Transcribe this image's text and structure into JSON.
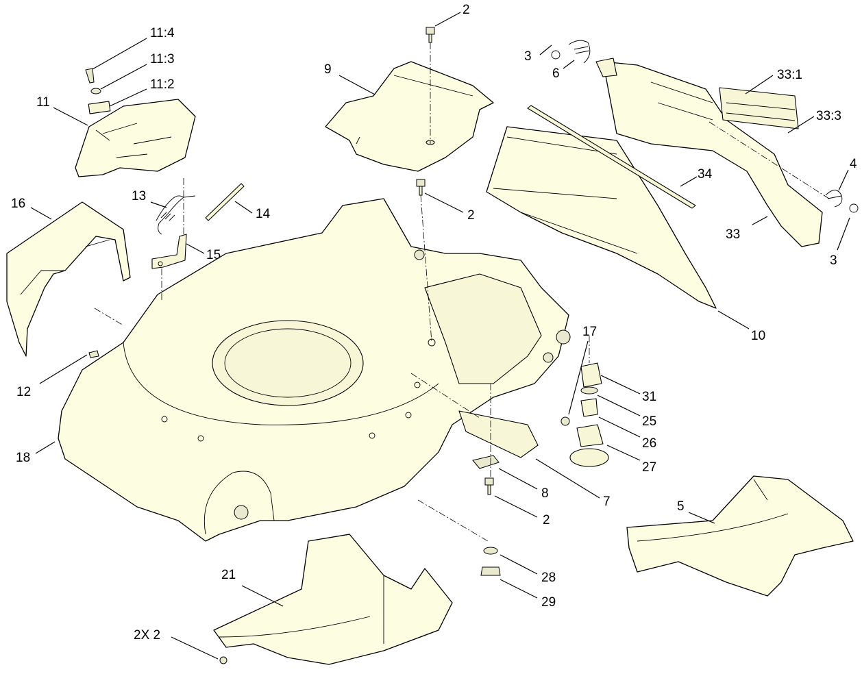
{
  "callouts": [
    {
      "id": "c-11-4",
      "text": "11:4"
    },
    {
      "id": "c-11-3",
      "text": "11:3"
    },
    {
      "id": "c-11-2",
      "text": "11:2"
    },
    {
      "id": "c-11",
      "text": "11"
    },
    {
      "id": "c-16",
      "text": "16"
    },
    {
      "id": "c-13",
      "text": "13"
    },
    {
      "id": "c-14",
      "text": "14"
    },
    {
      "id": "c-15",
      "text": "15"
    },
    {
      "id": "c-12",
      "text": "12"
    },
    {
      "id": "c-18",
      "text": "18"
    },
    {
      "id": "c-21",
      "text": "21"
    },
    {
      "id": "c-2x2",
      "text": "2X 2"
    },
    {
      "id": "c-2-top",
      "text": "2"
    },
    {
      "id": "c-9",
      "text": "9"
    },
    {
      "id": "c-2-mid",
      "text": "2"
    },
    {
      "id": "c-3-top",
      "text": "3"
    },
    {
      "id": "c-6",
      "text": "6"
    },
    {
      "id": "c-33-1",
      "text": "33:1"
    },
    {
      "id": "c-33-3",
      "text": "33:3"
    },
    {
      "id": "c-4",
      "text": "4"
    },
    {
      "id": "c-34",
      "text": "34"
    },
    {
      "id": "c-33",
      "text": "33"
    },
    {
      "id": "c-3-bot",
      "text": "3"
    },
    {
      "id": "c-10",
      "text": "10"
    },
    {
      "id": "c-17",
      "text": "17"
    },
    {
      "id": "c-31",
      "text": "31"
    },
    {
      "id": "c-25",
      "text": "25"
    },
    {
      "id": "c-26",
      "text": "26"
    },
    {
      "id": "c-27",
      "text": "27"
    },
    {
      "id": "c-8",
      "text": "8"
    },
    {
      "id": "c-7",
      "text": "7"
    },
    {
      "id": "c-2-bot",
      "text": "2"
    },
    {
      "id": "c-5",
      "text": "5"
    },
    {
      "id": "c-28",
      "text": "28"
    },
    {
      "id": "c-29",
      "text": "29"
    }
  ]
}
